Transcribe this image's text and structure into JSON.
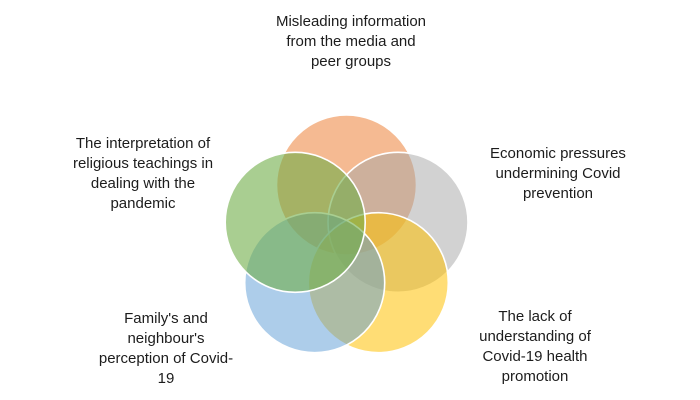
{
  "page": {
    "background": "#ffffff",
    "text_color": "#1c1c1c"
  },
  "diagram": {
    "type": "venn-5-circle",
    "stroke_color": "#ffffff",
    "circles": [
      {
        "id": "misleading-information",
        "position": "top",
        "label": "Misleading information\nfrom the media and\npeer groups",
        "color": "#ED7D31",
        "opacity": 0.53
      },
      {
        "id": "economic-pressures",
        "position": "upper-right",
        "label": "Economic pressures\nundermining Covid\nprevention",
        "color": "#A5A5A5",
        "opacity": 0.5
      },
      {
        "id": "lack-of-understanding",
        "position": "lower-right",
        "label": "The lack of\nunderstanding of\nCovid-19 health\npromotion",
        "color": "#FFC000",
        "opacity": 0.54
      },
      {
        "id": "family-neighbour-perception",
        "position": "lower-left",
        "label": "Family's and\nneighbour's\nperception of Covid-\n19",
        "color": "#5B9BD5",
        "opacity": 0.5
      },
      {
        "id": "religious-teachings",
        "position": "upper-left",
        "label": "The interpretation of\nreligious teachings in\ndealing with the\npandemic",
        "color": "#70AD47",
        "opacity": 0.6
      }
    ]
  }
}
